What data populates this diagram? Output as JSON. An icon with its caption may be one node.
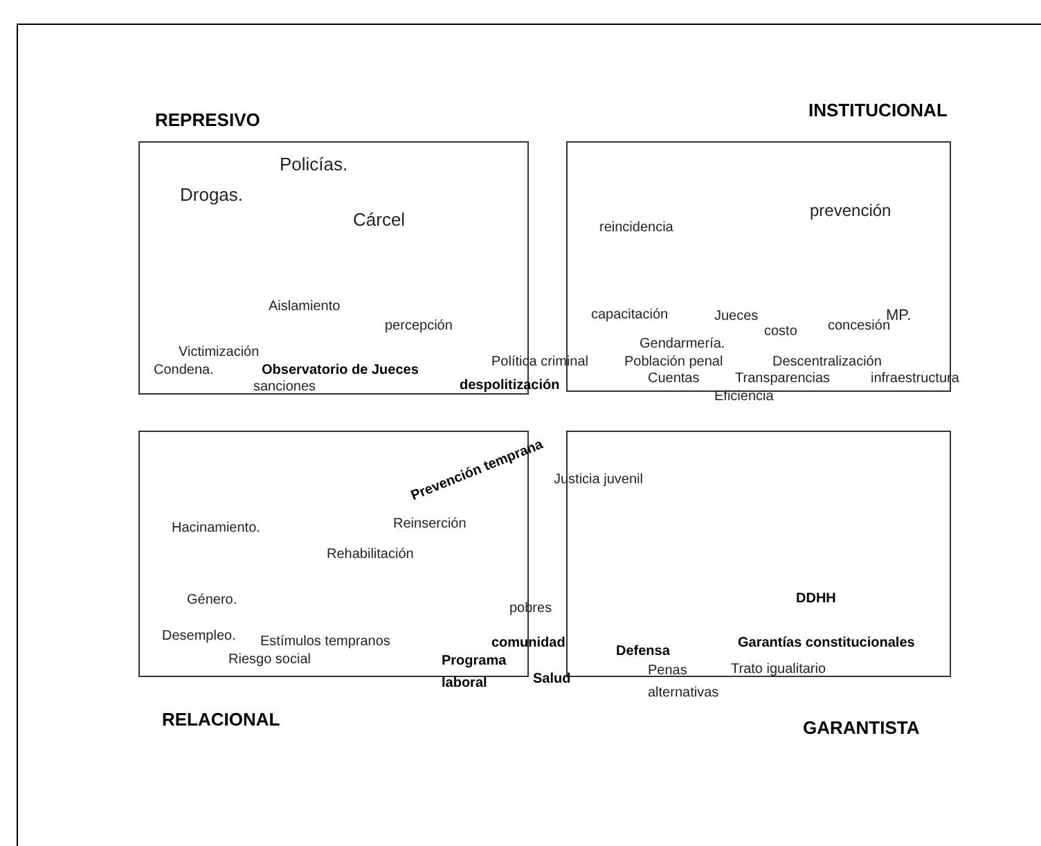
{
  "diagram": {
    "nodes": [
      {
        "text": [
          "REPRESIVO"
        ]
      },
      {
        "text": [
          "INSTITUCIONAL"
        ]
      },
      {
        "text": [
          "RELACIONAL"
        ]
      },
      {
        "text": [
          "GARANTISTA"
        ]
      }
    ],
    "edges": [],
    "labels": [
      "Policías.",
      "Drogas.",
      "Cárcel",
      "prevención",
      "reincidencia",
      "Aislamiento",
      "capacitación",
      "Jueces",
      "MP.",
      "percepción",
      "costo",
      "concesión",
      "Gendarmería.",
      "Victimización",
      "Política criminal",
      "Población penal",
      "Descentralización",
      "Condena.",
      "Observatorio de Jueces",
      "Cuentas",
      "Transparencias",
      "infraestructura",
      "sanciones",
      "despolitización",
      "Eficiencia",
      "Prevención temprana",
      "Justicia juvenil",
      "Hacinamiento.",
      "Reinserción",
      "Rehabilitación",
      "Género.",
      "DDHH",
      "pobres",
      "Desempleo.",
      "Estímulos tempranos",
      "comunidad",
      "Defensa",
      "Garantías constitucionales",
      "Riesgo social",
      "Programa laboral",
      "Salud",
      "Penas alternativas",
      "Trato igualitario"
    ]
  }
}
